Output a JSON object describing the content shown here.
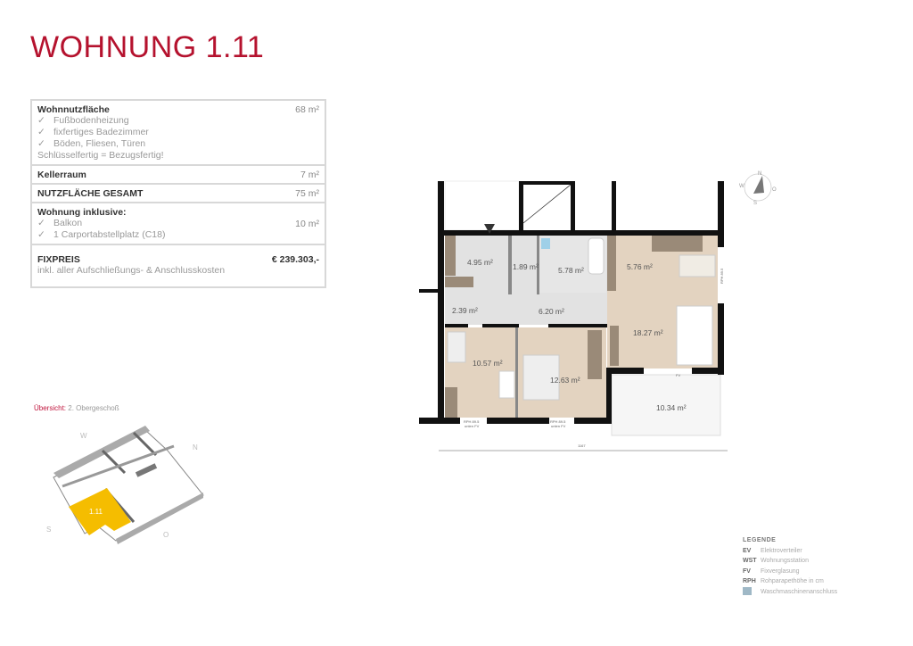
{
  "title": "WOHNUNG 1.11",
  "info": {
    "wohnnutz": {
      "label": "Wohnnutzfläche",
      "value": "68 m²",
      "items": [
        "Fußbodenheizung",
        "fixfertiges Badezimmer",
        "Böden, Fliesen, Türen"
      ],
      "note": "Schlüsselfertig = Bezugsfertig!"
    },
    "keller": {
      "label": "Kellerraum",
      "value": "7 m²"
    },
    "gesamt": {
      "label": "NUTZFLÄCHE GESAMT",
      "value": "75 m²"
    },
    "inklusive": {
      "label": "Wohnung inklusive:",
      "items": [
        "Balkon",
        "1 Carportabstellplatz (C18)"
      ],
      "value": "10 m²"
    },
    "fixpreis": {
      "label": "FIXPREIS",
      "value": "€ 239.303,-",
      "note": "inkl. aller Aufschließungs- & Anschlusskosten"
    },
    "check": "✓"
  },
  "overview": {
    "label": "Übersicht:",
    "floor": "2. Obergeschoß",
    "unit": "1.11",
    "dirs": {
      "w": "W",
      "n": "N",
      "s": "S",
      "o": "O"
    },
    "highlight_color": "#f5bd00"
  },
  "plan": {
    "rooms": {
      "entry": "4.95 m²",
      "wc": "1.89 m²",
      "bath": "5.78 m²",
      "kitchen": "5.76 m²",
      "storage": "2.39 m²",
      "corridor": "6.20 m²",
      "living": "18.27 m²",
      "bed1": "10.57 m²",
      "bed2": "12.63 m²",
      "balcony": "10.34 m²"
    },
    "rph": "RPH 89.5",
    "rph_fv_1": "RPH 89.5",
    "rph_fv_2": "unten FV",
    "fv": "FV",
    "dimension": "1167",
    "compass": {
      "n": "N",
      "w": "W",
      "s": "S",
      "o": "O"
    },
    "colors": {
      "tan": "#e3d3c0",
      "gray": "#e2e2e2",
      "wall": "#111111",
      "furniture": "#9a8a78"
    }
  },
  "legend": {
    "title": "LEGENDE",
    "items": [
      {
        "key": "EV",
        "text": "Elektroverteiler"
      },
      {
        "key": "WST",
        "text": "Wohnungsstation"
      },
      {
        "key": "FV",
        "text": "Fixverglasung"
      },
      {
        "key": "RPH",
        "text": "Rohparapethöhe in cm"
      }
    ],
    "wm_text": "Waschmaschinenanschluss"
  }
}
